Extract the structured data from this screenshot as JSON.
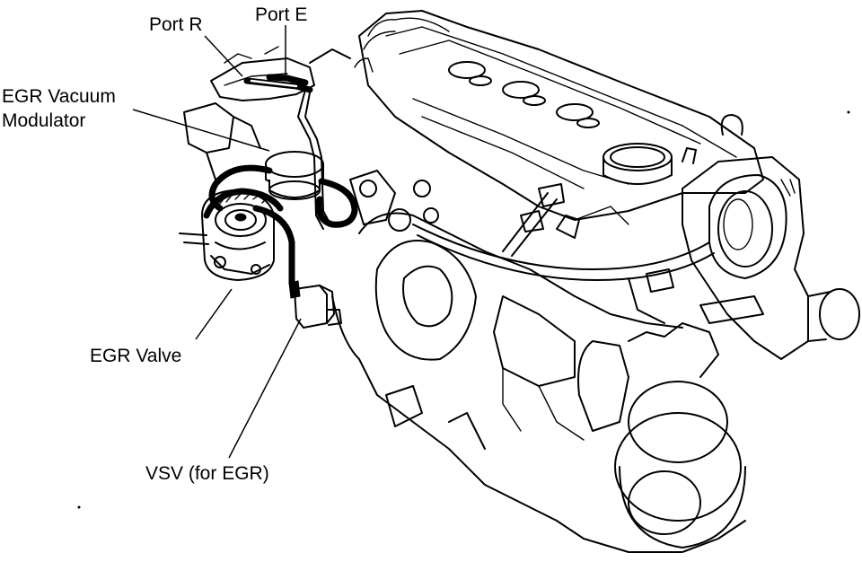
{
  "labels": {
    "port_r": "Port R",
    "port_e": "Port E",
    "egr_vacuum_modulator_line1": "EGR Vacuum",
    "egr_vacuum_modulator_line2": "Modulator",
    "egr_valve": "EGR Valve",
    "vsv": "VSV (for EGR)"
  },
  "colors": {
    "ink": "#000000",
    "background": "#ffffff"
  }
}
